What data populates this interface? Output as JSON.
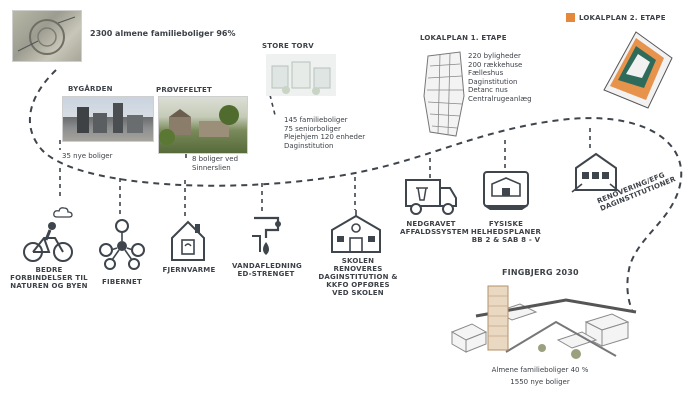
{
  "header": {
    "top_caption": "2300 almene familieboliger 96%",
    "lokalplan2_label": "LOKALPLAN 2. ETAPE"
  },
  "milestones": {
    "bygaarden": {
      "title": "BYGÅRDEN",
      "caption": "35 nye boliger"
    },
    "proevefeltet": {
      "title": "PRØVEFELTET",
      "caption": "8 boliger ved Sinnerslien"
    },
    "store_torv": {
      "title": "STORE TORV",
      "lines": [
        "145 familieboliger",
        "75 seniorboliger",
        "Plejehjem 120 enheder",
        "Daginstitution"
      ]
    },
    "lokalplan1": {
      "title": "LOKALPLAN 1. ETAPE",
      "lines": [
        "220 byligheder",
        "200 rækkehuse",
        "Fælleshus",
        "Daginstitution",
        "Detanc nus",
        "Centralrugeanlæg"
      ]
    },
    "fingbjerg": {
      "title": "FINGBJERG 2030",
      "lines": [
        "Almene familieboliger 40 %",
        "1550 nye boliger"
      ]
    }
  },
  "actions": [
    {
      "label": "BEDRE FORBINDELSER TIL NATUREN OG BYEN"
    },
    {
      "label": "FIBERNET"
    },
    {
      "label": "FJERNVARME"
    },
    {
      "label": "VANDAFLEDNING ED-STRENGET"
    },
    {
      "label": "SKOLEN RENOVERES DAGINSTITUTION & KKFO OPFØRES VED SKOLEN"
    },
    {
      "label": "NEDGRAVET AFFALDSSYSTEM"
    },
    {
      "label": "FYSISKE HELHEDSPLANER bb 2 & SAB 8 - V"
    },
    {
      "label": "RENOVERING/EFG DAGINSTITUTIONER"
    }
  ],
  "colors": {
    "line": "#3f454c",
    "accent": "#e6883a",
    "text": "#3d4248"
  },
  "icons": [
    "cloud-icon",
    "cyclist-icon",
    "network-icon",
    "heating-house-icon",
    "water-drain-icon",
    "school-icon",
    "waste-truck-icon",
    "blueprint-icon",
    "kindergarten-icon"
  ]
}
